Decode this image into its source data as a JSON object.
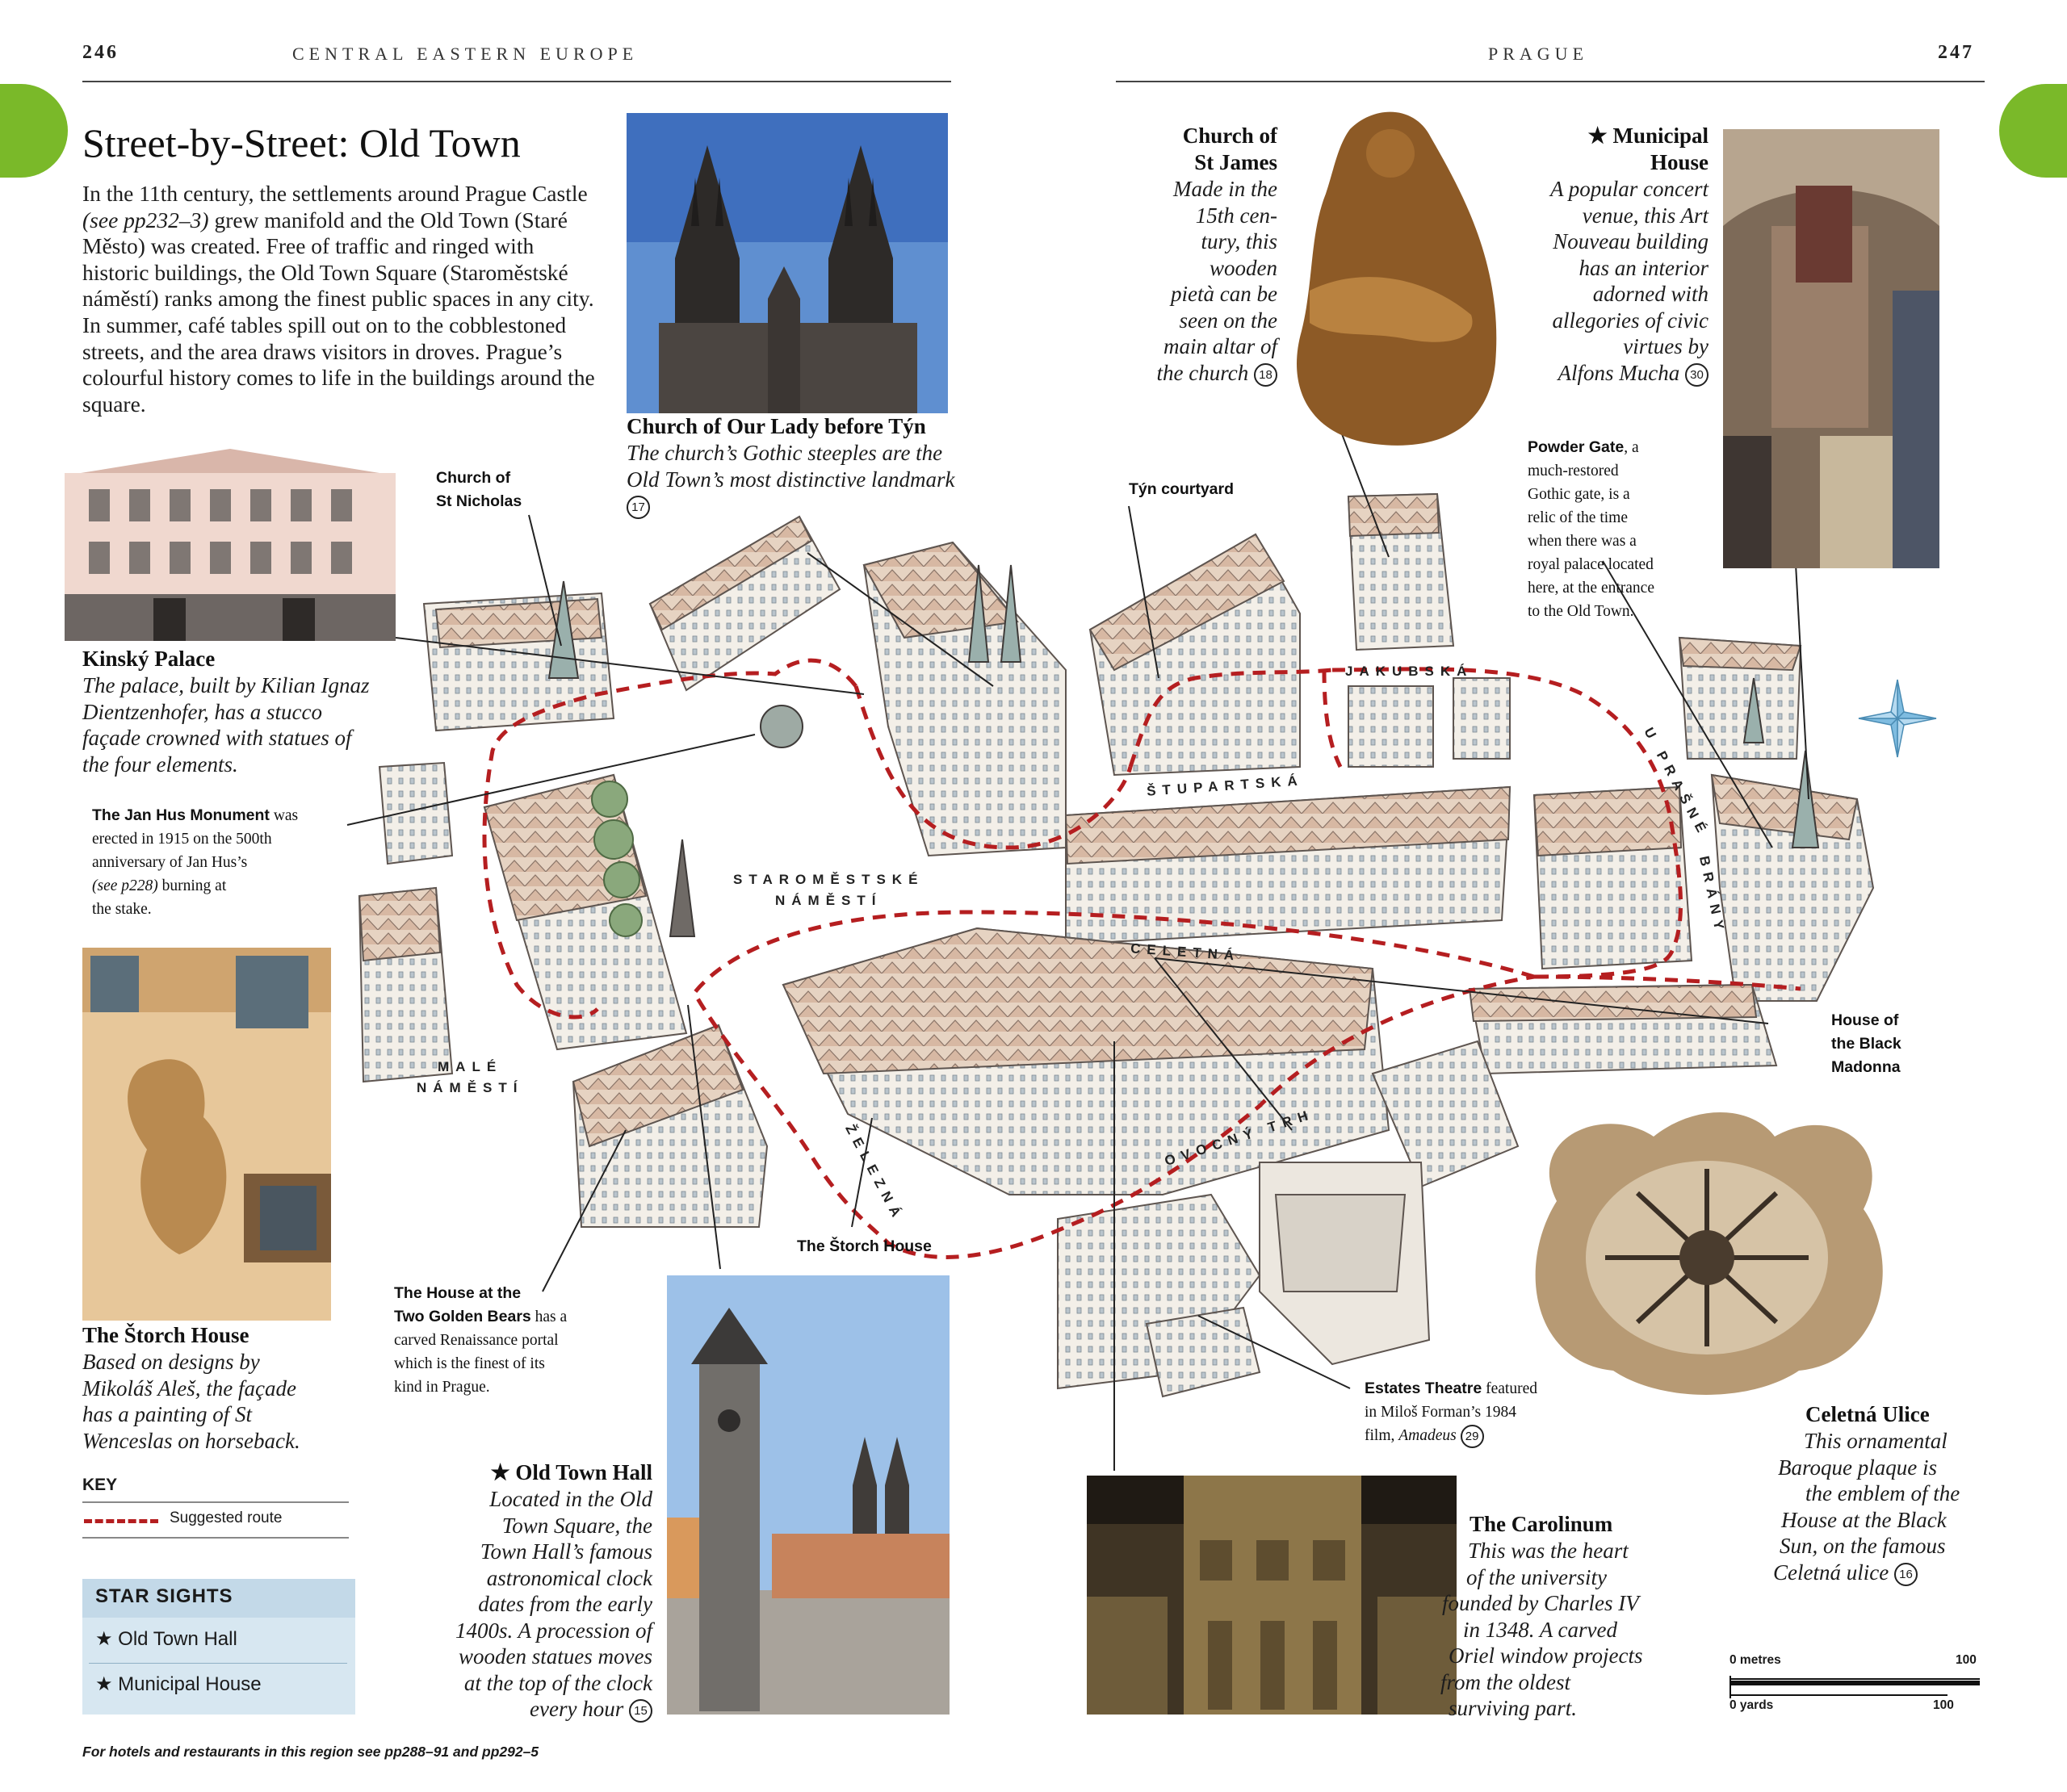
{
  "header": {
    "page_left": "246",
    "running_left": "CENTRAL EASTERN EUROPE",
    "running_right": "PRAGUE",
    "page_right": "247",
    "tab_color": "#7ab929"
  },
  "title": "Street-by-Street: Old Town",
  "intro": {
    "part1": "In the 11th century, the settlements around Prague Castle ",
    "ref": "(see pp232–3)",
    "part2": " grew manifold and the Old Town (Staré Město) was created. Free of traffic and ringed with historic buildings, the Old Town Square (Staroměstské náměstí) ranks among the finest public spaces in any city. In summer, café tables spill out on to the cobblestoned streets, and the area draws visitors in droves. Prague’s colourful history comes to life in the buildings around the square."
  },
  "captions": {
    "tyn_church": {
      "title": "Church of Our Lady before Týn",
      "text": "The church’s Gothic steeples are the Old Town’s most distinctive landmark",
      "num": "17"
    },
    "st_james": {
      "title_l1": "Church of",
      "title_l2": "St James",
      "l1": "Made in the",
      "l2": "15th cen-",
      "l3": "tury, this",
      "l4": "wooden",
      "l5": "pietà can be",
      "l6": "seen on the",
      "l7": "main altar of",
      "l8": "the church",
      "num": "18"
    },
    "municipal_house": {
      "title_l1": "★ Municipal",
      "title_l2": "House",
      "l1": "A popular concert",
      "l2": "venue, this Art",
      "l3": "Nouveau building",
      "l4": "has an interior",
      "l5": "adorned with",
      "l6": "allegories of civic",
      "l7": "virtues by",
      "l8": "Alfons Mucha",
      "num": "30"
    },
    "kinsky": {
      "title": "Kinský Palace",
      "l1": "The palace, built by Kilian Ignaz",
      "l2": "Dientzenhofer, has a stucco",
      "l3": "façade crowned with statues of",
      "l4": "the four elements."
    },
    "storch_house": {
      "title": "The Štorch House",
      "l1": "Based on designs by",
      "l2": "Mikoláš Aleš, the façade",
      "l3": "has a painting of St",
      "l4": "Wenceslas on horseback."
    },
    "old_town_hall": {
      "title": "★ Old Town Hall",
      "l1": "Located in the Old",
      "l2": "Town Square, the",
      "l3": "Town Hall’s famous",
      "l4": "astronomical clock",
      "l5": "dates from the early",
      "l6": "1400s. A procession of",
      "l7": "wooden statues moves",
      "l8": "at the top of the clock",
      "l9": "every hour",
      "num": "15"
    },
    "carolinum": {
      "title": "The Carolinum",
      "l1": "This was the heart",
      "l2": "of the university",
      "l3": "founded by Charles IV",
      "l4": "in 1348. A carved",
      "l5": "Oriel window projects",
      "l6": "from the oldest",
      "l7": "surviving part."
    },
    "celetna": {
      "title": "Celetná Ulice",
      "l1": "This ornamental",
      "l2": "Baroque plaque is",
      "l3": "the emblem of the",
      "l4": "House at the Black",
      "l5": "Sun, on the  famous",
      "l6": "Celetná ulice",
      "num": "16"
    }
  },
  "labels": {
    "st_nicholas_l1": "Church of",
    "st_nicholas_l2": "St Nicholas",
    "tyn_courtyard": "Týn courtyard",
    "powder_gate": {
      "name": "Powder Gate",
      "l1": ", a",
      "l2": "much-restored",
      "l3": "Gothic gate, is a",
      "l4": "relic of the time",
      "l5": "when there was a",
      "l6": "royal palace located",
      "l7": "here, at the entrance",
      "l8": "to the Old Town."
    },
    "jan_hus": {
      "name": "The Jan Hus Monument",
      "l1": " was",
      "l2": "erected in 1915 on the 500th",
      "l3": "anniversary of Jan Hus’s",
      "l4_ref": "(see p228)",
      "l4": " burning at",
      "l5": "the stake."
    },
    "black_madonna_l1": "House of",
    "black_madonna_l2": "the Black",
    "black_madonna_l3": "Madonna",
    "storch_map": "The Štorch House",
    "golden_bears": {
      "name_l1": "The House at the",
      "name_l2": "Two Golden Bears",
      "l2": " has a",
      "l3": "carved Renaissance portal",
      "l4": "which is the finest of its",
      "l5": "kind in Prague."
    },
    "estates": {
      "name": "Estates Theatre",
      "l1": " featured",
      "l2": "in Miloš Forman’s 1984",
      "l3": "film, ",
      "film": "Amadeus",
      "num": "29"
    }
  },
  "streets": {
    "jakubska": "JAKUBSKÁ",
    "stupartska": "ŠTUPARTSKÁ",
    "u_prasne_brany_1": "U PRAŠNÉ",
    "u_prasne_brany_2": "BRÁNY",
    "staromestske_1": "STAROMĚSTSKÉ",
    "staromestske_2": "NÁMĚSTÍ",
    "celetna": "CELETNÁ",
    "male_1": "MALÉ",
    "male_2": "NÁMĚSTÍ",
    "zelezna": "ŽELEZNÁ",
    "ovocny_trh": "OVOCNÝ TRH"
  },
  "key": {
    "title": "KEY",
    "route": "Suggested route",
    "route_color": "#b51e20"
  },
  "star_sights": {
    "title": "STAR SIGHTS",
    "items": [
      "★ Old Town Hall",
      "★ Municipal House"
    ]
  },
  "scale": {
    "metres": "0 metres",
    "metres_max": "100",
    "yards": "0 yards",
    "yards_max": "100"
  },
  "footer": "For hotels and restaurants in this region see pp288–91 and pp292–5"
}
